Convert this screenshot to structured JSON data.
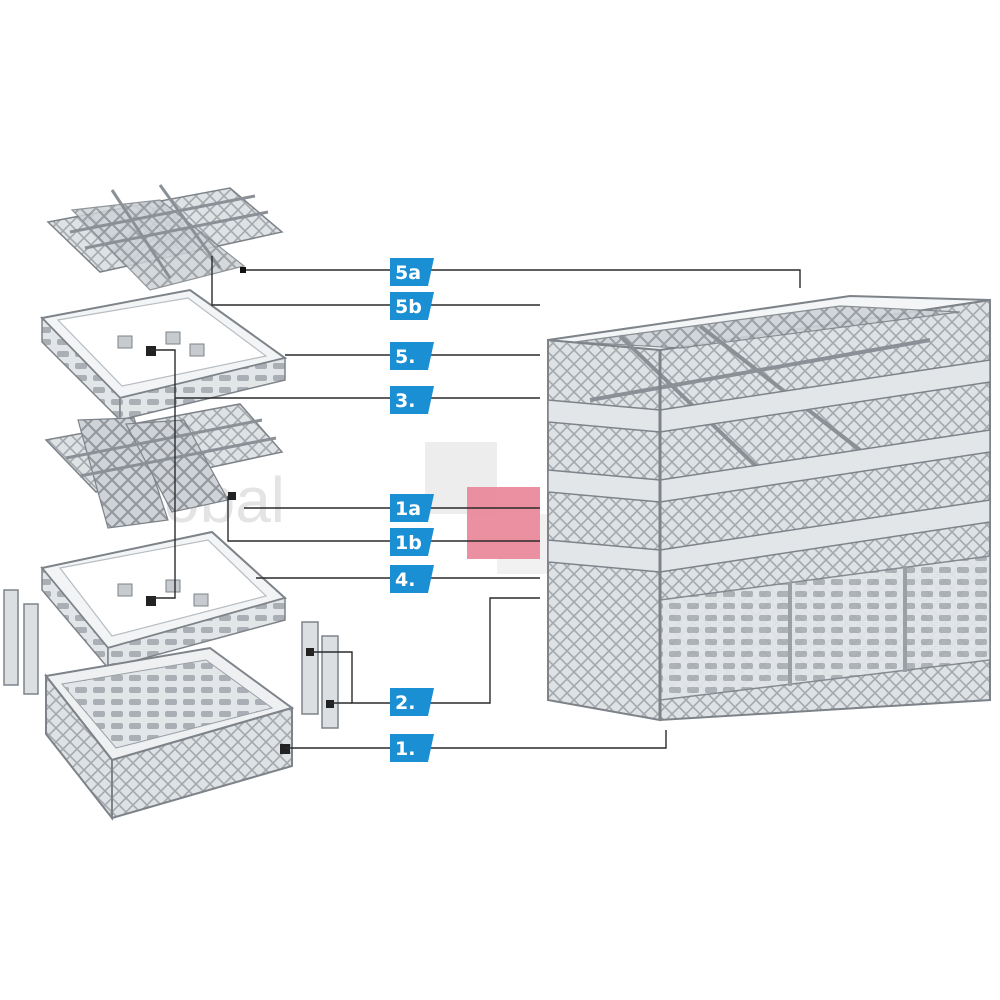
{
  "watermark": {
    "text": "Global"
  },
  "colors": {
    "label_bg": "#1a8fd4",
    "leader": "#2a2a2a",
    "rack_light": "#e9ecee",
    "rack_mid": "#c7cbcf",
    "rack_dark": "#9aa0a6",
    "rack_outline": "#7d8389",
    "pink_patch": "#ea8a9b"
  },
  "callouts": [
    {
      "id": "5a",
      "text": "5a"
    },
    {
      "id": "5b",
      "text": "5b"
    },
    {
      "id": "5",
      "text": "5."
    },
    {
      "id": "3",
      "text": "3."
    },
    {
      "id": "1a",
      "text": "1a"
    },
    {
      "id": "1b",
      "text": "1b"
    },
    {
      "id": "4",
      "text": "4."
    },
    {
      "id": "2",
      "text": "2."
    },
    {
      "id": "1",
      "text": "1."
    }
  ]
}
